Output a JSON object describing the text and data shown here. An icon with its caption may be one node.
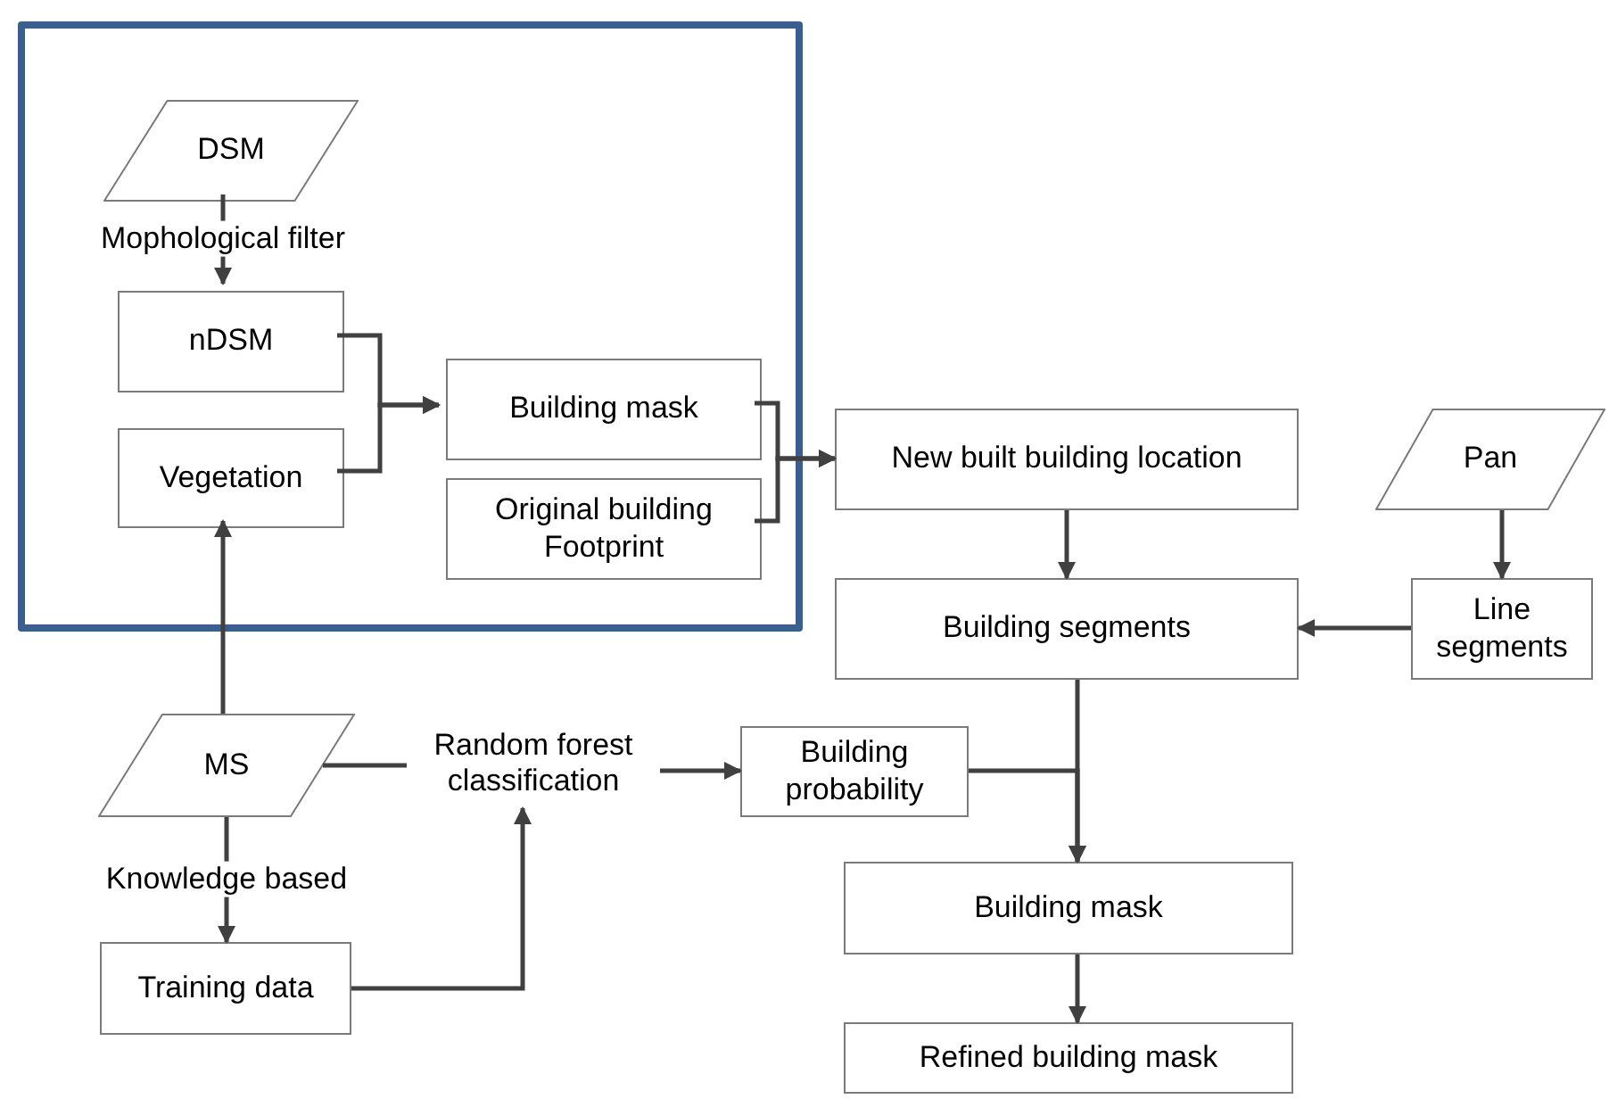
{
  "diagram": {
    "nodes": [
      {
        "text": [],
        "shape": "box"
      },
      {
        "text": [
          "DSM"
        ],
        "in": 0
      },
      {
        "text": [
          "nDSM"
        ],
        "in": 0
      },
      {
        "text": [
          "Vegetation"
        ],
        "in": 0
      },
      {
        "text": [
          "Building mask"
        ],
        "in": 0
      },
      {
        "text": [
          "Original building Footprint"
        ],
        "in": 0
      },
      {
        "text": [
          "New built building location"
        ]
      },
      {
        "text": [
          "Pan"
        ]
      },
      {
        "text": [
          "Building segments"
        ]
      },
      {
        "text": [
          "Line segments"
        ]
      },
      {
        "text": [
          "MS"
        ]
      },
      {
        "text": [
          "Random forest classification"
        ]
      },
      {
        "text": [
          "Building probability"
        ]
      },
      {
        "text": [
          "Training data"
        ]
      },
      {
        "text": [
          "Building mask"
        ]
      },
      {
        "text": [
          "Refined building mask"
        ]
      }
    ],
    "edges": [
      {
        "from": 1,
        "to": 2,
        "arrow": "to",
        "label": "Mophological filter"
      },
      {
        "from": 2,
        "to": 4,
        "arrow": "to"
      },
      {
        "from": 3,
        "to": 4,
        "arrow": "to"
      },
      {
        "from": 4,
        "to": 6,
        "arrow": "to"
      },
      {
        "from": 5,
        "to": 6,
        "arrow": "to"
      },
      {
        "from": 6,
        "to": 8,
        "arrow": "to"
      },
      {
        "from": 7,
        "to": 9,
        "arrow": "to"
      },
      {
        "from": 9,
        "to": 8,
        "arrow": "to"
      },
      {
        "from": 10,
        "to": 3,
        "arrow": "to"
      },
      {
        "from": 10,
        "to": 11,
        "arrow": "none"
      },
      {
        "from": 11,
        "to": 12,
        "arrow": "to"
      },
      {
        "from": 10,
        "to": 13,
        "arrow": "to",
        "label": "Knowledge based"
      },
      {
        "from": 13,
        "to": 11,
        "arrow": "to"
      },
      {
        "from": 8,
        "to": 14,
        "arrow": "to"
      },
      {
        "from": 12,
        "to": 14,
        "arrow": "to"
      },
      {
        "from": 14,
        "to": 15,
        "arrow": "to"
      }
    ]
  }
}
